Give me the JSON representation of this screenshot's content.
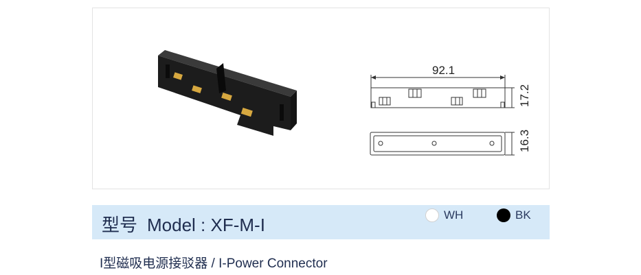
{
  "drawing": {
    "length_label": "92.1",
    "height_label": "17.2",
    "width_label": "16.3"
  },
  "model": {
    "prefix": "型号",
    "code": "Model : XF-M-I"
  },
  "colors": [
    {
      "label": "WH",
      "hex": "#ffffff"
    },
    {
      "label": "BK",
      "hex": "#000000"
    }
  ],
  "description": "I型磁吸电源接驳器 / I-Power Connector"
}
